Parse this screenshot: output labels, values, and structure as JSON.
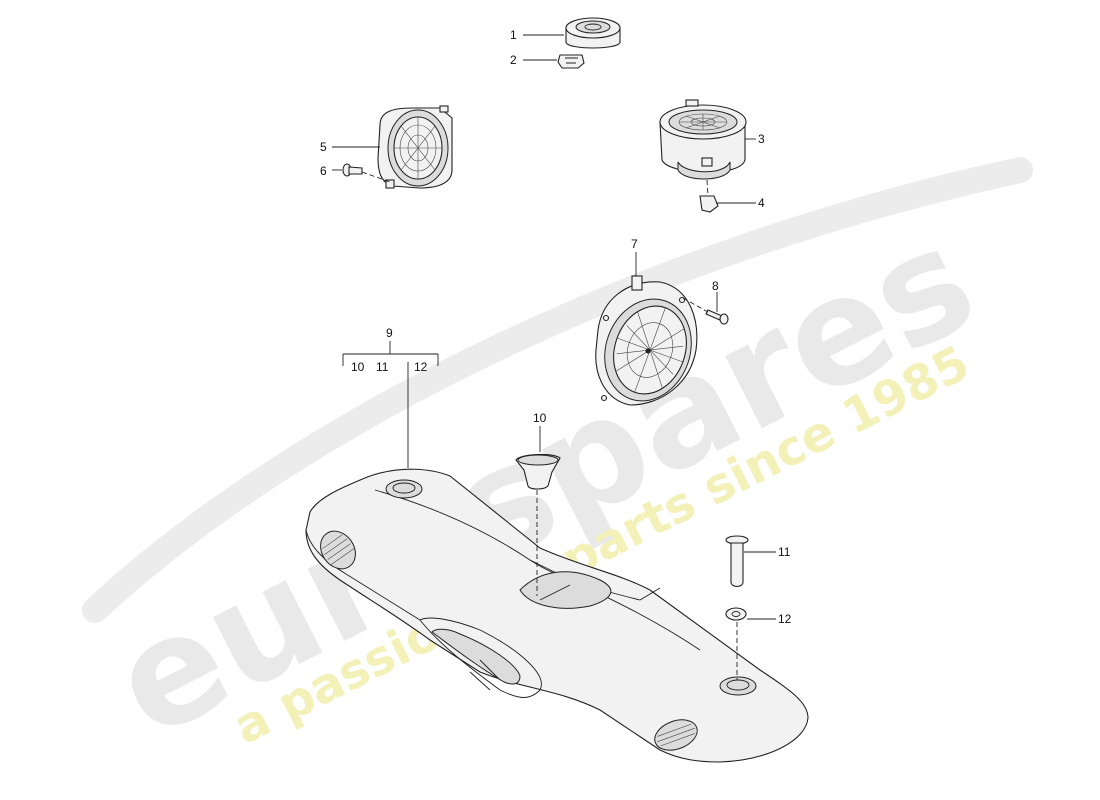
{
  "watermark": {
    "brand": "eurospares",
    "slogan": "a passion for parts since 1985",
    "brand_color": "#e9e9e9",
    "slogan_color": "#f3f0b8"
  },
  "callouts": {
    "c1": "1",
    "c2": "2",
    "c3": "3",
    "c4": "4",
    "c5": "5",
    "c6": "6",
    "c7": "7",
    "c8": "8",
    "c9": "9",
    "c9_sub1": "10",
    "c9_sub2": "11",
    "c9_sub3": "12",
    "c10": "10",
    "c11": "11",
    "c12": "12"
  },
  "icons": [
    "tweeter-speaker",
    "mounting-clip",
    "midrange-speaker",
    "woofer-speaker",
    "screw",
    "speaker-enclosure",
    "cover-cap",
    "pin",
    "washer"
  ]
}
